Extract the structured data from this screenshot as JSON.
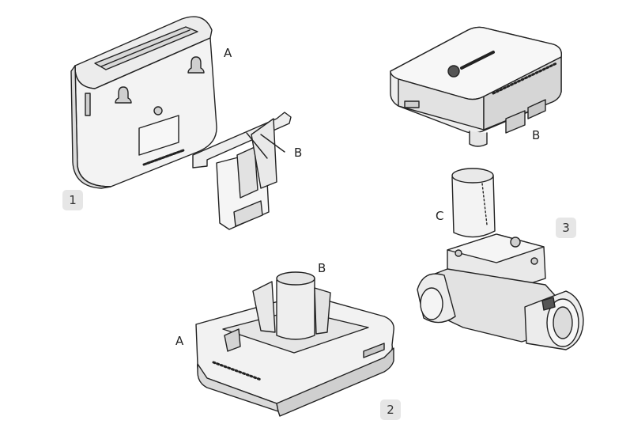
{
  "figure_numbers": {
    "one": "1",
    "two": "2",
    "three": "3"
  },
  "labels": {
    "fig1_a": "A",
    "fig1_b": "B",
    "fig2_a": "A",
    "fig2_b": "B",
    "fig3_b": "B",
    "fig3_c": "C"
  },
  "colors": {
    "line": "#222222",
    "fill_light": "#f4f4f4",
    "fill_mid": "#e8e8e8",
    "fill_dark": "#d5d5d5",
    "badge": "#e6e6e6"
  }
}
